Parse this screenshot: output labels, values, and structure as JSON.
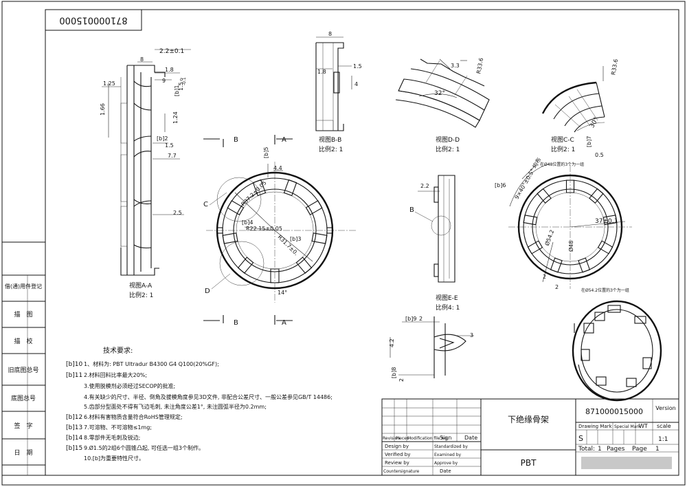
{
  "drawing_number_box": "871000015000",
  "views": {
    "a": {
      "title": "视图A-A",
      "scale": "比例2: 1"
    },
    "b": {
      "title": "视图B-B",
      "scale": "比例2: 1"
    },
    "d": {
      "title": "视图D-D",
      "scale": "比例2: 1"
    },
    "c": {
      "title": "视图C-C",
      "scale": "比例2: 1"
    },
    "e": {
      "title": "视图E-E",
      "scale": "比例4: 1"
    }
  },
  "section_letters": {
    "a": "A",
    "b": "B",
    "c": "C",
    "d": "D"
  },
  "dims_a": {
    "d1": "2.2±0.1",
    "d2": "8",
    "d3": "1.8",
    "d4": "9",
    "d5": "1.25",
    "d6": "[b]1",
    "d7": "1.5",
    "d8": "0",
    "d9": "-0.1",
    "d10": "1.66",
    "d11": "1.24",
    "d12": "[b]2",
    "d13": "1.5",
    "d14": "7.7",
    "d15": "2.5"
  },
  "dims_b": {
    "d1": "8",
    "d2": "1.8",
    "d3": "1.5",
    "d4": "4"
  },
  "dims_d": {
    "d1": "3.3",
    "d2": "R33.6",
    "d3": "32°"
  },
  "dims_c": {
    "d1": "R33.6",
    "d2": "30°",
    "d3": "[b]7",
    "d4": "0.5"
  },
  "dims_main": {
    "d1": "[b]5",
    "d2": "4.4",
    "d3": "R37.2±0.05",
    "d4": "[b]4",
    "d5": "R22.15±0.05",
    "d6": "R31.7±0.",
    "d7": "[b]3",
    "d8": "14°"
  },
  "dims_e": {
    "d1": "2.2",
    "d2": "[b]9",
    "d3": "2",
    "d4": "3",
    "d5": "4.2",
    "d6": "[b]8",
    "d7": "2"
  },
  "dims_iso": {
    "d1": "9×40°±0.5° 均布",
    "d2": "在Ø48位置的3个为一组",
    "d3": "[b]6",
    "d4": "37±0.1",
    "d5": "Ø54.2",
    "d6": "Ø48",
    "d7": "2",
    "d8": "2",
    "d9": "在Ø54.2位置的3个为一组"
  },
  "left_column": [
    "借(通)用件登记",
    "描　图",
    "描　校",
    "旧底图总号",
    "底图总号",
    "签　字",
    "日　期"
  ],
  "notes": {
    "heading": "技术要求:",
    "items": [
      {
        "tag": "[b]10",
        "text": "1、材料为: PBT Ultradur B4300 G4 Q100(20%GF);"
      },
      {
        "tag": "[b]11",
        "text": "2.材料回料比率最大20%;"
      },
      {
        "tag": "",
        "text": "3.使用脱模剂必须经过SECOP的批准;"
      },
      {
        "tag": "",
        "text": "4.有关缺少的尺寸、半径、倒角及拔模角度参见3D文件, 非配合公差尺寸、一般公差参见GB/T 14486;"
      },
      {
        "tag": "",
        "text": "5.齿部分型面处不得有飞边毛刺, 未注角度公差1°, 未注圆弧半径为0.2mm;"
      },
      {
        "tag": "[b]12",
        "text": "6.材料有害物质含量符合RoHS管理规定;"
      },
      {
        "tag": "[b]13",
        "text": "7.可溶物、不可溶物≤1mg;"
      },
      {
        "tag": "[b]14",
        "text": "8.零部件无毛刺及锐边;"
      },
      {
        "tag": "[b]15",
        "text": "9.Ø1.5的2组6个圆锥凸起, 可任选一组3个制作。"
      },
      {
        "tag": "",
        "text": "10.[b]为重要特性尺寸。"
      }
    ]
  },
  "title_block": {
    "part_name": "下绝缘骨架",
    "drawing_no": "871000015000",
    "version_label": "Version",
    "material": "PBT",
    "rev_headers": [
      "Revision",
      "Pieces",
      "Modification file No.",
      "Sign",
      "Date"
    ],
    "sign_rows": [
      [
        "Design by",
        "Standardized by"
      ],
      [
        "Verified by",
        "Examined by"
      ],
      [
        "Review by",
        "Approve by"
      ],
      [
        "Countersignature",
        "Date"
      ]
    ],
    "mark_headers": [
      "Drawing Mark",
      "Special Mark",
      "WT",
      "scale"
    ],
    "mark_values": [
      "S",
      "1:1"
    ],
    "total_label": "Total:",
    "total_value": "1",
    "pages_label": "Pages",
    "page_label": "Page",
    "page_value": "1"
  }
}
